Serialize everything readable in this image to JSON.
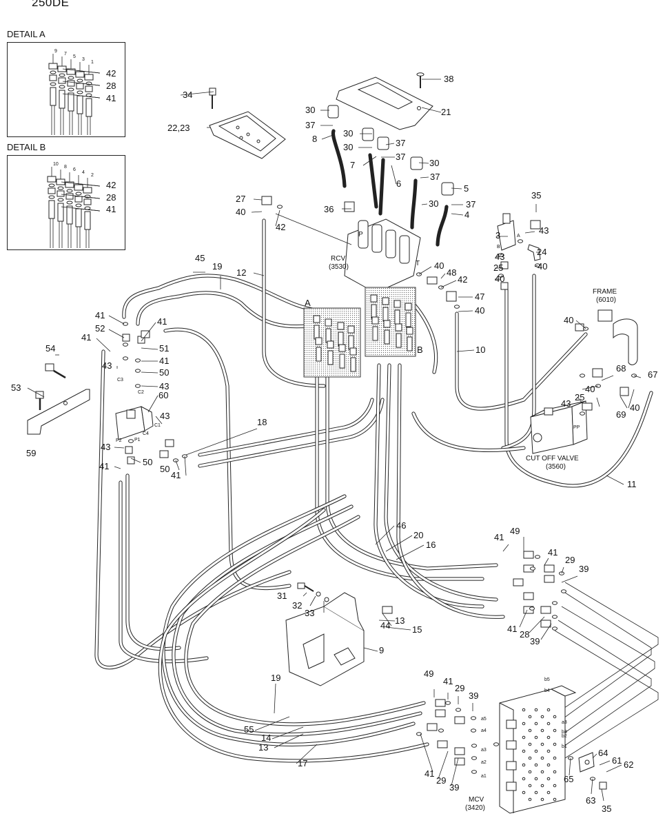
{
  "title": "250DE",
  "detail_a": {
    "title": "DETAIL A",
    "port_labels": [
      "9",
      "7",
      "5",
      "3",
      "1"
    ],
    "callouts": [
      "42",
      "28",
      "41"
    ]
  },
  "detail_b": {
    "title": "DETAIL B",
    "port_labels": [
      "10",
      "8",
      "6",
      "4",
      "2"
    ],
    "callouts": [
      "42",
      "28",
      "41"
    ]
  },
  "rcv": {
    "name": "RCV",
    "code": "(3530)",
    "port_p": "P",
    "port_t": "T"
  },
  "zone_a": "A",
  "zone_b": "B",
  "frame": {
    "name": "FRAME",
    "code": "(6010)"
  },
  "cut_off_valve": {
    "name": "CUT OFF VALVE",
    "code": "(3560)",
    "port": "PP"
  },
  "mcv": {
    "name": "MCV",
    "code": "(3420)",
    "ports": [
      "b5",
      "b4",
      "a3",
      "b3",
      "b2",
      "b1",
      "a5",
      "a4",
      "a3",
      "a2",
      "a1"
    ]
  },
  "solenoid_ports": [
    "C3",
    "C2",
    "C1",
    "C4",
    "P2",
    "P1"
  ],
  "pcv_ports": [
    "B",
    "A"
  ],
  "callouts": {
    "c1": "38",
    "c2": "21",
    "c3": "34",
    "c4": "22,23",
    "c5": "30",
    "c6": "37",
    "c7": "8",
    "c8": "30",
    "c9": "30",
    "c10": "37",
    "c11": "37",
    "c12": "7",
    "c13": "30",
    "c14": "6",
    "c15": "37",
    "c16": "30",
    "c17": "5",
    "c18": "37",
    "c19": "4",
    "c20": "35",
    "c21": "43",
    "c22": "3",
    "c23": "24",
    "c24": "43",
    "c25": "25",
    "c26": "40",
    "c27": "40",
    "c28": "27",
    "c29": "40",
    "c30": "42",
    "c31": "36",
    "c32": "12",
    "c33": "45",
    "c34": "19",
    "c35": "40",
    "c36": "48",
    "c37": "42",
    "c38": "47",
    "c39": "40",
    "c40": "10",
    "c41": "41",
    "c42": "52",
    "c43": "41",
    "c44": "41",
    "c45": "43",
    "c46": "51",
    "c47": "41",
    "c48": "50",
    "c49": "54",
    "c50": "43",
    "c51": "60",
    "c52": "53",
    "c53": "43",
    "c54": "59",
    "c55": "18",
    "c56": "43",
    "c57": "50",
    "c58": "41",
    "c59": "50",
    "c60": "41",
    "c61": "40",
    "c62": "68",
    "c63": "67",
    "c64": "40",
    "c65": "43",
    "c66": "25",
    "c67": "69",
    "c68": "40",
    "c69": "11",
    "c70": "46",
    "c71": "20",
    "c72": "16",
    "c73": "41",
    "c74": "49",
    "c75": "41",
    "c76": "29",
    "c77": "39",
    "c78": "31",
    "c79": "32",
    "c80": "33",
    "c81": "44",
    "c82": "13",
    "c83": "15",
    "c84": "41",
    "c85": "28",
    "c86": "39",
    "c87": "9",
    "c88": "19",
    "c89": "49",
    "c90": "41",
    "c91": "29",
    "c92": "39",
    "c93": "55",
    "c94": "14",
    "c95": "13",
    "c96": "17",
    "c97": "41",
    "c98": "29",
    "c99": "39",
    "c100": "64",
    "c101": "61",
    "c102": "62",
    "c103": "65",
    "c104": "63",
    "c105": "35"
  }
}
